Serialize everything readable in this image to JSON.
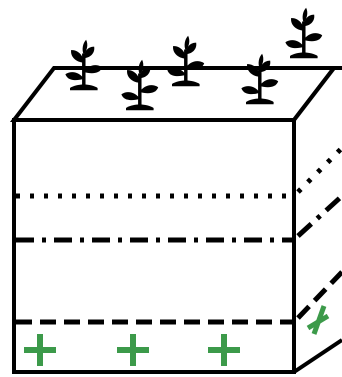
{
  "diagram": {
    "subject": "soil-block-with-layers",
    "colors": {
      "outline": "#000000",
      "plant": "#000000",
      "marker": "#3c9a4a",
      "background": "#ffffff"
    },
    "plants": [
      {
        "id": "plant-1",
        "icon": "seedling-icon"
      },
      {
        "id": "plant-2",
        "icon": "seedling-icon"
      },
      {
        "id": "plant-3",
        "icon": "seedling-icon"
      },
      {
        "id": "plant-4",
        "icon": "seedling-icon"
      },
      {
        "id": "plant-5",
        "icon": "seedling-icon"
      }
    ],
    "layers": [
      {
        "id": "dotted-boundary",
        "line_style": "dotted"
      },
      {
        "id": "dash-dot-boundary",
        "line_style": "dash-dot"
      },
      {
        "id": "dashed-boundary",
        "line_style": "dashed"
      }
    ],
    "markers": [
      {
        "id": "plus-marker-1",
        "symbol": "plus"
      },
      {
        "id": "plus-marker-2",
        "symbol": "plus"
      },
      {
        "id": "plus-marker-3",
        "symbol": "plus"
      },
      {
        "id": "plus-marker-side",
        "symbol": "plus"
      }
    ]
  }
}
